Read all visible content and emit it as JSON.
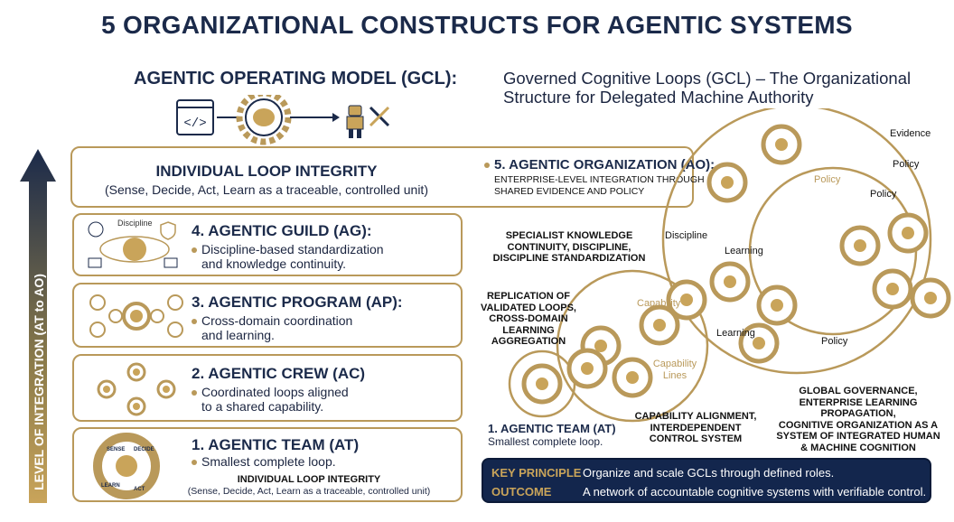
{
  "title": "5 ORGANIZATIONAL CONSTRUCTS FOR AGENTIC SYSTEMS",
  "left_heading": "AGENTIC OPERATING MODEL (GCL):",
  "right_heading": {
    "line1": "Governed Cognitive Loops (GCL) – The Organizational",
    "line2": "Structure for Delegated Machine Authority"
  },
  "axis_label": "LEVEL OF INTEGRATION (AT to AO)",
  "top_box": {
    "title": "INDIVIDUAL LOOP INTEGRITY",
    "desc": "(Sense, Decide, Act, Learn as a traceable, controlled unit)"
  },
  "levels": [
    {
      "title": "4. AGENTIC GUILD (AG):",
      "desc1": "Discipline-based standardization",
      "desc2": "and knowledge continuity.",
      "icon_label": "Discipline"
    },
    {
      "title": "3. AGENTIC PROGRAM (AP):",
      "desc1": "Cross-domain coordination",
      "desc2": "and learning."
    },
    {
      "title": "2. AGENTIC CREW (AC)",
      "desc1": "Coordinated loops aligned",
      "desc2": "to a shared capability."
    },
    {
      "title": "1. AGENTIC TEAM (AT)",
      "desc1": "Smallest complete loop.",
      "footer_title": "INDIVIDUAL LOOP INTEGRITY",
      "footer_desc": "(Sense, Decide, Act, Learn as a traceable, controlled unit)",
      "loop_labels": [
        "SENSE",
        "DECIDE",
        "ACT",
        "LEARN"
      ]
    }
  ],
  "ao": {
    "title": "5. AGENTIC ORGANIZATION (AO):",
    "desc1": "ENTERPRISE-LEVEL INTEGRATION THROUGH",
    "desc2": "SHARED EVIDENCE AND POLICY"
  },
  "diagram_labels": {
    "evidence": "Evidence",
    "policy1": "Policy",
    "policy2": "Policy",
    "policy_inner": "Policy",
    "policy_bottom": "Policy",
    "discipline": "Discipline",
    "learning1": "Learning",
    "learning2": "Learning",
    "capability": "Capability",
    "capability_lines": "Capability Lines",
    "specialist": [
      "SPECIALIST KNOWLEDGE",
      "CONTINUITY, DISCIPLINE,",
      "DISCIPLINE STANDARDIZATION"
    ],
    "replication": [
      "REPLICATION OF",
      "VALIDATED LOOPS,",
      "CROSS-DOMAIN",
      "LEARNING AGGREGATION"
    ],
    "capability_alignment": [
      "CAPABILITY ALIGNMENT,",
      "INTERDEPENDENT",
      "CONTROL SYSTEM"
    ],
    "global": [
      "GLOBAL GOVERNANCE,",
      "ENTERPRISE LEARNING PROPAGATION,",
      "COGNITIVE ORGANIZATION AS A",
      "SYSTEM OF INTEGRATED HUMAN",
      "& MACHINE COGNITION"
    ],
    "at_title": "1. AGENTIC TEAM (AT)",
    "at_desc": "Smallest complete loop."
  },
  "footer": {
    "key_label": "KEY PRINCIPLE",
    "key_text": "Organize and scale GCLs through defined roles.",
    "outcome_label": "OUTCOME",
    "outcome_text": "A network of accountable cognitive systems with verifiable control."
  },
  "colors": {
    "navy": "#1b2a4a",
    "gold": "#b9995a"
  }
}
